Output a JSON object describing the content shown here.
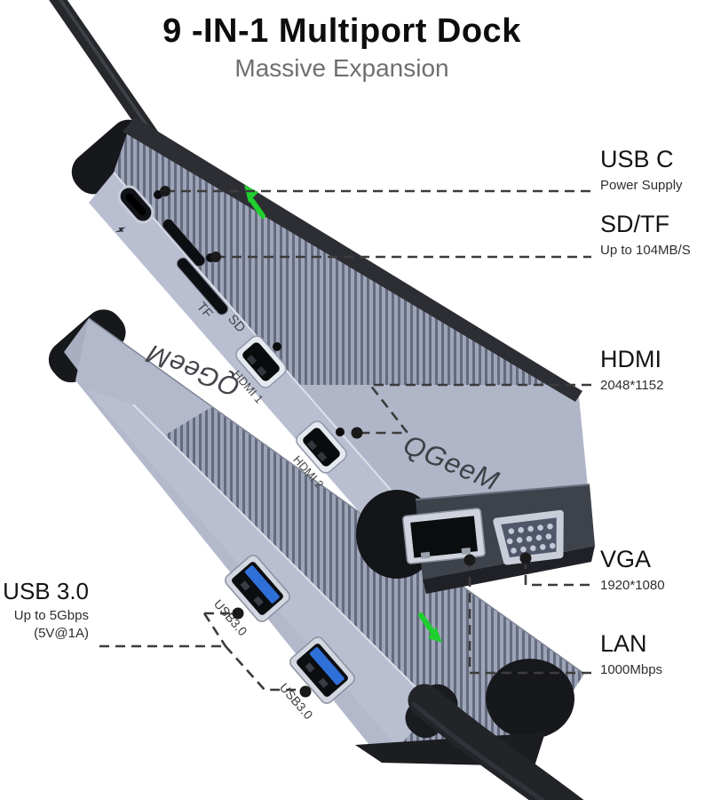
{
  "header": {
    "title": "9 -IN-1 Multiport Dock",
    "subtitle": "Massive Expansion"
  },
  "brand": {
    "name": "QGeeM",
    "logo_top": "QGeeM",
    "logo_bottom": "QGeeM"
  },
  "callouts": {
    "usb_c": {
      "label": "USB C",
      "detail": "Power Supply"
    },
    "sd_tf": {
      "label": "SD/TF",
      "detail": "Up to 104MB/S"
    },
    "hdmi": {
      "label": "HDMI",
      "detail": "2048*1152"
    },
    "vga": {
      "label": "VGA",
      "detail": "1920*1080"
    },
    "lan": {
      "label": "LAN",
      "detail": "1000Mbps"
    },
    "usb3": {
      "label": "USB 3.0",
      "detail": "Up to 5Gbps",
      "detail2": "(5V@1A)"
    }
  },
  "device_labels": {
    "tf": "TF",
    "sd": "SD",
    "hdmi1": "HDMI 1",
    "hdmi2": "HDMI 2",
    "usb3_port1": "USB3.0",
    "usb3_port2": "USB3.0"
  },
  "colors": {
    "accent_green": "#1fcf2e",
    "usb_blue": "#2e6fd8",
    "body_gray": "#b3b9cb",
    "rib_dark": "#646b7e",
    "callout_line": "#3c3c3c",
    "title_black": "#0d0d0d",
    "subtitle_gray": "#6f6f6f"
  }
}
